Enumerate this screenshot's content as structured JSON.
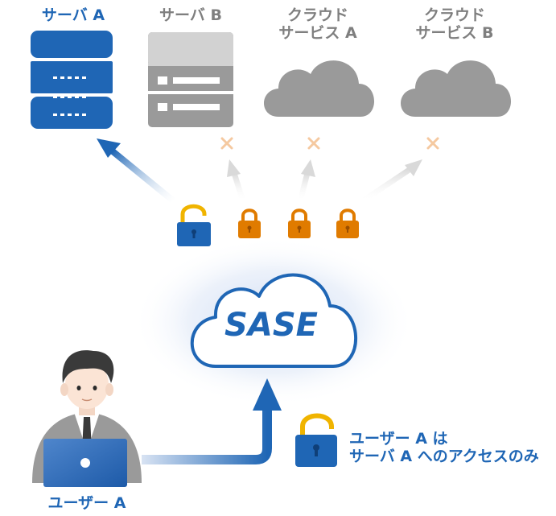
{
  "targets": [
    {
      "label": "サーバ A",
      "color": "#1f66b5",
      "access": "allowed"
    },
    {
      "label": "サーバ B",
      "color": "#9a9a9a",
      "access": "blocked"
    },
    {
      "label": "クラウド\nサービス A",
      "color": "#9a9a9a",
      "access": "blocked"
    },
    {
      "label": "クラウド\nサービス B",
      "color": "#9a9a9a",
      "access": "blocked"
    }
  ],
  "labels": {
    "server_a": "サーバ A",
    "server_b": "サーバ B",
    "cloud_a_line1": "クラウド",
    "cloud_a_line2": "サービス A",
    "cloud_b_line1": "クラウド",
    "cloud_b_line2": "サービス B",
    "sase": "SASE",
    "user": "ユーザー A",
    "note_line1": "ユーザー A は",
    "note_line2": "サーバ A へのアクセスのみ"
  },
  "colors": {
    "accent_blue": "#1f66b5",
    "lock_orange": "#e07b00",
    "shackle_yellow": "#f0b400",
    "blocked_x": "#f5c9a0",
    "inactive_gray": "#9a9a9a"
  }
}
